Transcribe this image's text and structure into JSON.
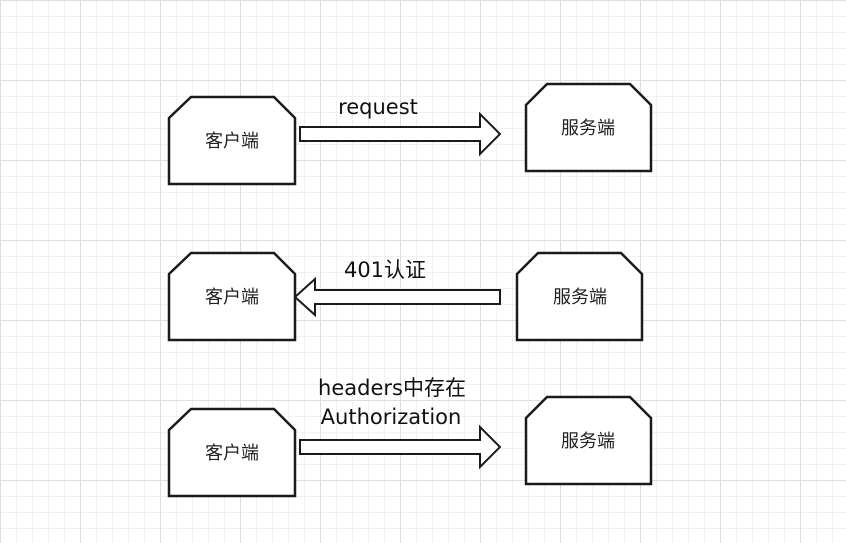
{
  "rows": [
    {
      "client": "客户端",
      "server": "服务端",
      "label": [
        "request"
      ],
      "direction": "client-to-server"
    },
    {
      "client": "客户端",
      "server": "服务端",
      "label": [
        "401认证"
      ],
      "direction": "server-to-client"
    },
    {
      "client": "客户端",
      "server": "服务端",
      "label": [
        "headers中存在",
        "Authorization"
      ],
      "direction": "client-to-server"
    }
  ],
  "colors": {
    "stroke": "#1a1a1a",
    "fill": "#ffffff"
  }
}
